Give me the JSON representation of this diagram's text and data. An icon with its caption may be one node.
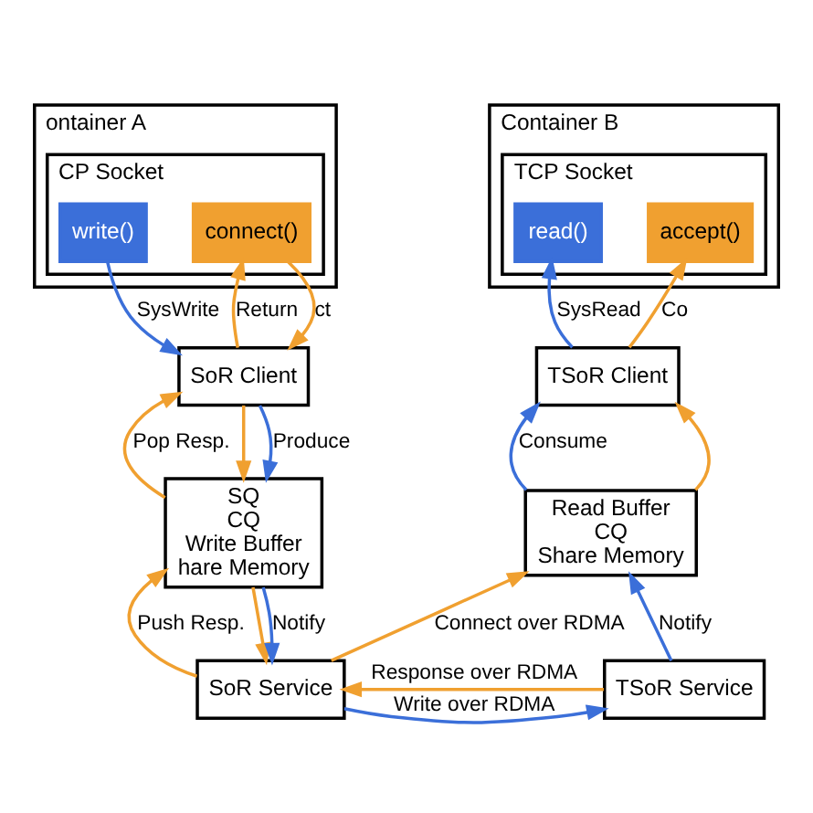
{
  "diagram": {
    "nodes": [
      {
        "text": [
          "ontainer A"
        ]
      },
      {
        "text": [
          "CP Socket"
        ],
        "in": 0
      },
      {
        "text": [
          "connect()"
        ],
        "in": 1
      },
      {
        "text": [
          "write()"
        ],
        "in": 1
      },
      {
        "text": [
          "Container B"
        ]
      },
      {
        "text": [
          "TCP Socket"
        ],
        "in": 4
      },
      {
        "text": [
          "read()"
        ],
        "in": 5
      },
      {
        "text": [
          "accept()"
        ],
        "in": 5
      },
      {
        "text": [
          "SoR Client"
        ]
      },
      {
        "text": [
          "TSoR Client"
        ]
      },
      {
        "text": [
          "SQ",
          "CQ",
          "Write Buffer",
          "hare Memory"
        ]
      },
      {
        "text": [
          "Read Buffer",
          "CQ",
          "Share Memory"
        ]
      },
      {
        "text": [
          "SoR Service"
        ]
      },
      {
        "text": [
          "TSoR Service"
        ]
      }
    ],
    "edges": [
      {
        "from": 2,
        "to": 8,
        "arrow": "to",
        "label": "ct"
      },
      {
        "from": 8,
        "to": 2,
        "arrow": "to",
        "label": "Return"
      },
      {
        "from": 3,
        "to": 8,
        "arrow": "to",
        "label": "SysWrite",
        "color": "#3b6fd9"
      },
      {
        "from": 9,
        "to": 6,
        "arrow": "to",
        "label": "SysRead",
        "color": "#3b6fd9"
      },
      {
        "from": 9,
        "to": 7,
        "arrow": "to",
        "label": "Co"
      },
      {
        "from": 8,
        "to": 10,
        "arrow": "to"
      },
      {
        "from": 10,
        "to": 8,
        "arrow": "to",
        "label": "Pop Resp."
      },
      {
        "from": 8,
        "to": 10,
        "arrow": "to",
        "label": "Produce",
        "color": "#3b6fd9"
      },
      {
        "from": 11,
        "to": 9,
        "arrow": "to",
        "label": "Consume",
        "color": "#3b6fd9"
      },
      {
        "from": 11,
        "to": 9,
        "arrow": "to"
      },
      {
        "from": 10,
        "to": 12,
        "arrow": "to"
      },
      {
        "from": 12,
        "to": 10,
        "arrow": "to",
        "label": "Push Resp."
      },
      {
        "from": 10,
        "to": 12,
        "arrow": "to",
        "label": "Notify",
        "color": "#3b6fd9"
      },
      {
        "from": 13,
        "to": 11,
        "arrow": "to",
        "label": "Notify",
        "color": "#3b6fd9"
      },
      {
        "from": 12,
        "to": 13,
        "arrow": "to",
        "label": "Write over RDMA",
        "color": "#3b6fd9"
      },
      {
        "from": 13,
        "to": 12,
        "arrow": "to",
        "label": "Response over RDMA"
      },
      {
        "from": 12,
        "to": 11,
        "arrow": "to",
        "label": "Connect over RDMA"
      }
    ]
  }
}
